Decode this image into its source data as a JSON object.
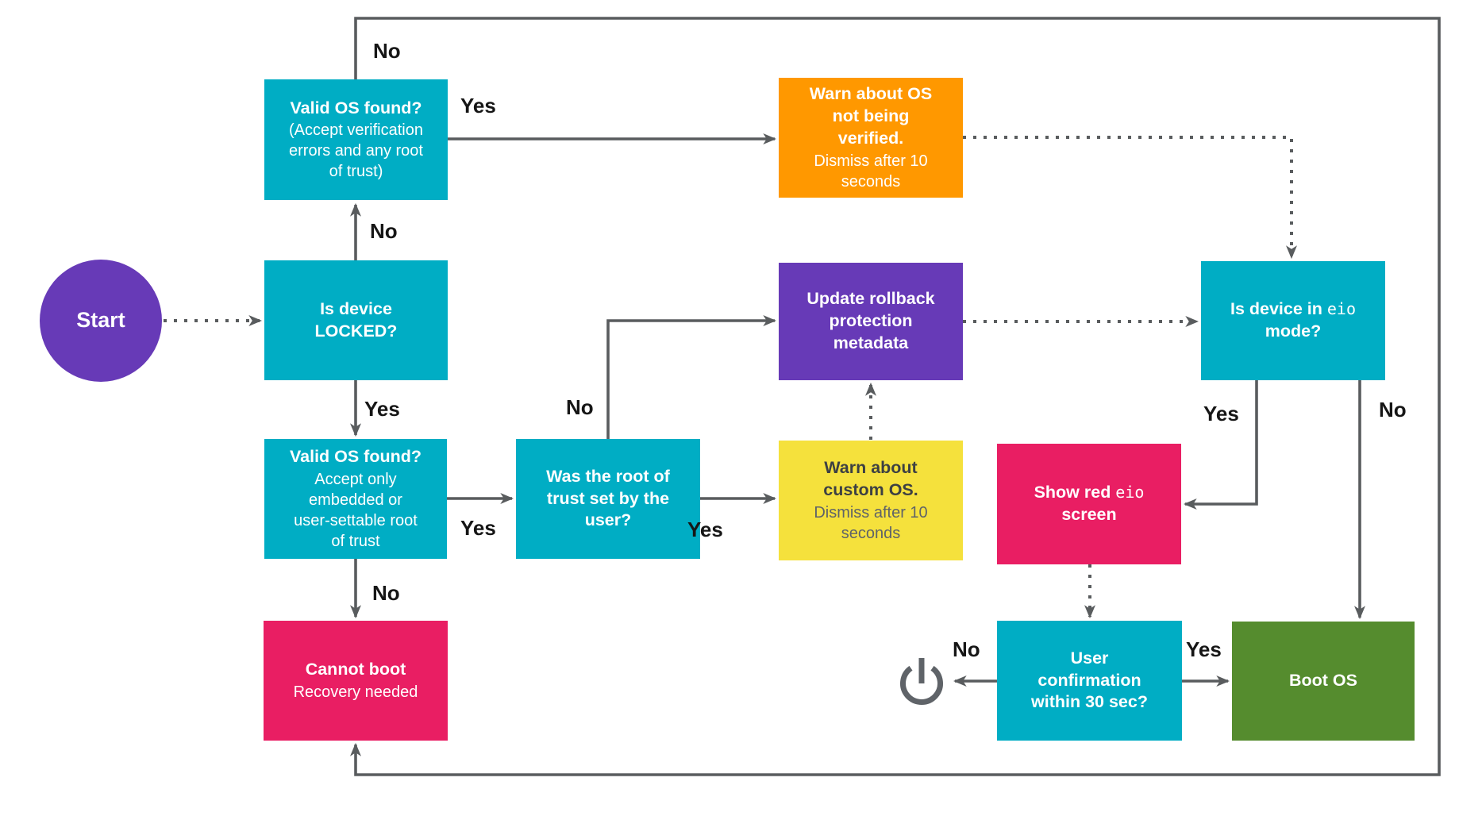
{
  "diagram": {
    "title_semantic": "Boot verification flowchart",
    "colors": {
      "cyan": "#00ADC4",
      "purple": "#673AB7",
      "orange": "#FF9800",
      "yellow": "#F5E13C",
      "pink": "#E91E63",
      "green": "#558C2E",
      "line": "#595C5E",
      "label_text": "#161616",
      "dark_text": "#3D4043"
    },
    "nodes": {
      "start": {
        "title": "Start"
      },
      "valid_os_unlocked": {
        "title": "Valid OS found?",
        "subtitle": "(Accept verification\nerrors and any root\nof trust)"
      },
      "warn_not_verified": {
        "title": "Warn about OS\nnot being\nverified.",
        "subtitle": "Dismiss after 10\nseconds"
      },
      "is_locked": {
        "title": "Is device\nLOCKED?"
      },
      "update_rollback": {
        "title": "Update rollback\nprotection\nmetadata"
      },
      "eio_mode": {
        "title_prefix": "Is device in ",
        "title_mono": "eio",
        "title_suffix": "\nmode?"
      },
      "valid_os_locked": {
        "title": "Valid OS found?",
        "subtitle": "Accept only\nembedded or\nuser-settable root\nof trust"
      },
      "root_of_trust": {
        "title": "Was the root of\ntrust set by the\nuser?"
      },
      "warn_custom": {
        "title": "Warn about\ncustom OS.",
        "subtitle": "Dismiss after 10\nseconds"
      },
      "red_eio": {
        "title_prefix": "Show red ",
        "title_mono": "eio",
        "title_suffix": "\nscreen"
      },
      "cannot_boot": {
        "title": "Cannot boot",
        "subtitle": "Recovery needed"
      },
      "user_confirm": {
        "title": "User\nconfirmation\nwithin 30 sec?"
      },
      "boot_os": {
        "title": "Boot OS"
      }
    },
    "labels": {
      "yes": "Yes",
      "no": "No"
    },
    "icons": {
      "power": "power-icon"
    },
    "edges": [
      {
        "from": "start",
        "to": "is_locked",
        "label": "",
        "style": "dotted"
      },
      {
        "from": "is_locked",
        "to": "valid_os_unlocked",
        "label": "No",
        "style": "solid"
      },
      {
        "from": "is_locked",
        "to": "valid_os_locked",
        "label": "Yes",
        "style": "solid"
      },
      {
        "from": "valid_os_unlocked",
        "to": "warn_not_verified",
        "label": "Yes",
        "style": "solid"
      },
      {
        "from": "valid_os_unlocked",
        "to": "cannot_boot",
        "label": "No",
        "style": "solid"
      },
      {
        "from": "warn_not_verified",
        "to": "eio_mode",
        "label": "",
        "style": "dotted"
      },
      {
        "from": "valid_os_locked",
        "to": "root_of_trust",
        "label": "Yes",
        "style": "solid"
      },
      {
        "from": "valid_os_locked",
        "to": "cannot_boot",
        "label": "No",
        "style": "solid"
      },
      {
        "from": "root_of_trust",
        "to": "update_rollback",
        "label": "No",
        "style": "solid"
      },
      {
        "from": "root_of_trust",
        "to": "warn_custom",
        "label": "Yes",
        "style": "solid"
      },
      {
        "from": "warn_custom",
        "to": "update_rollback",
        "label": "",
        "style": "dotted"
      },
      {
        "from": "update_rollback",
        "to": "eio_mode",
        "label": "",
        "style": "dotted"
      },
      {
        "from": "eio_mode",
        "to": "red_eio",
        "label": "Yes",
        "style": "solid"
      },
      {
        "from": "eio_mode",
        "to": "boot_os",
        "label": "No",
        "style": "solid"
      },
      {
        "from": "red_eio",
        "to": "user_confirm",
        "label": "",
        "style": "dotted"
      },
      {
        "from": "user_confirm",
        "to": "power_off",
        "label": "No",
        "style": "solid"
      },
      {
        "from": "user_confirm",
        "to": "boot_os",
        "label": "Yes",
        "style": "solid"
      }
    ]
  }
}
